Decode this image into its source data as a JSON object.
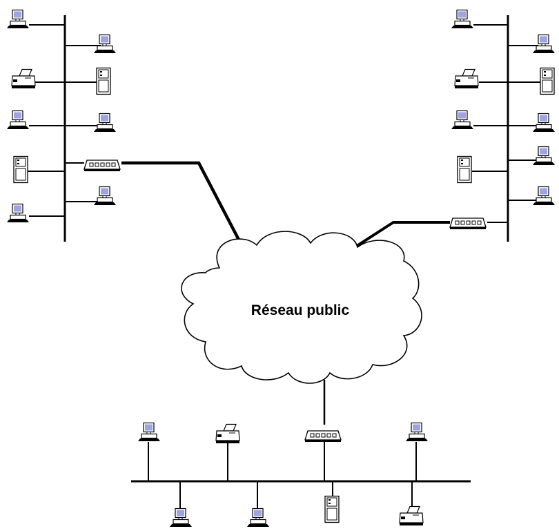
{
  "cloud": {
    "label": "Réseau public"
  },
  "colors": {
    "line": "#000000",
    "screen": "#9da4e0",
    "device_fill": "#ffffff",
    "background": "#ffffff"
  },
  "lans": [
    {
      "id": "lan-left",
      "devices": [
        "workstation",
        "workstation",
        "printer",
        "server",
        "workstation",
        "workstation",
        "server",
        "hub",
        "workstation",
        "workstation"
      ]
    },
    {
      "id": "lan-right",
      "devices": [
        "workstation",
        "workstation",
        "printer",
        "server",
        "workstation",
        "workstation",
        "server",
        "workstation",
        "workstation",
        "hub"
      ]
    },
    {
      "id": "lan-bottom",
      "devices": [
        "workstation",
        "printer",
        "hub",
        "workstation",
        "workstation",
        "workstation",
        "server",
        "printer"
      ]
    }
  ],
  "icons": [
    "workstation-icon",
    "printer-icon",
    "server-icon",
    "hub-icon",
    "cloud-icon"
  ]
}
